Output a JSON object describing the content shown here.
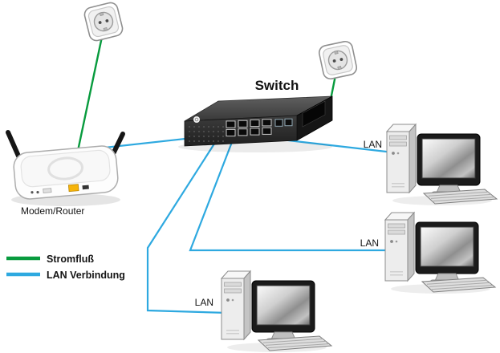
{
  "colors": {
    "power_line": "#089B3E",
    "lan_line": "#2EA9E0"
  },
  "nodes": {
    "switch": {
      "label": "Switch"
    },
    "modem": {
      "label": "Modem/Router"
    },
    "outlets": [
      {
        "name": "wall-outlet-top-left"
      },
      {
        "name": "wall-outlet-right"
      }
    ],
    "pcs": [
      {
        "name": "pc-top-right",
        "lan_label": "LAN"
      },
      {
        "name": "pc-middle-right",
        "lan_label": "LAN"
      },
      {
        "name": "pc-bottom",
        "lan_label": "LAN"
      }
    ]
  },
  "legend": [
    {
      "label": "Stromfluß",
      "color_key": "power_line"
    },
    {
      "label": "LAN Verbindung",
      "color_key": "lan_line"
    }
  ],
  "connections": [
    {
      "from": "wall-outlet-top-left",
      "to": "modem",
      "type": "power"
    },
    {
      "from": "wall-outlet-right",
      "to": "switch",
      "type": "power"
    },
    {
      "from": "switch",
      "to": "modem",
      "type": "lan"
    },
    {
      "from": "switch",
      "to": "pc-top-right",
      "type": "lan"
    },
    {
      "from": "switch",
      "to": "pc-middle-right",
      "type": "lan"
    },
    {
      "from": "switch",
      "to": "pc-bottom",
      "type": "lan"
    }
  ]
}
